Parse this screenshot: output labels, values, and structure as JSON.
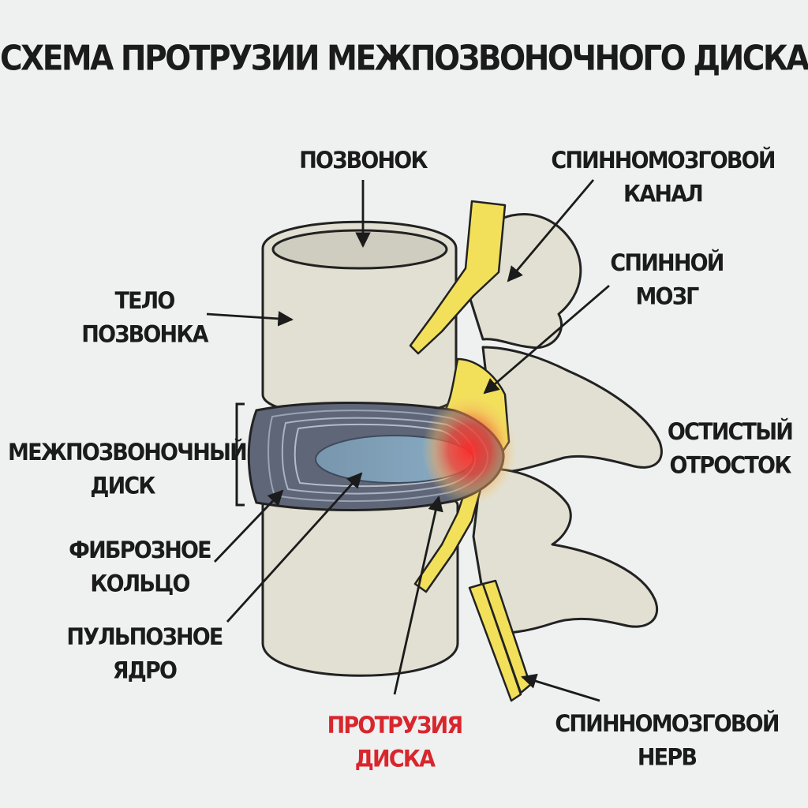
{
  "title": "СХЕМА ПРОТРУЗИИ МЕЖПОЗВОНОЧНОГО ДИСКА",
  "labels": {
    "vertebra": [
      "ПОЗВОНОК"
    ],
    "vertebral_body": [
      "ТЕЛО",
      "ПОЗВОНКА"
    ],
    "spinal_canal": [
      "СПИННОМОЗГОВОЙ",
      "КАНАЛ"
    ],
    "spinal_cord": [
      "СПИННОЙ",
      "МОЗГ"
    ],
    "spinous_process": [
      "ОСТИСТЫЙ",
      "ОТРОСТОК"
    ],
    "intervertebral_disc": [
      "МЕЖПОЗВОНОЧНЫЙ",
      "ДИСК"
    ],
    "annulus_fibrosus": [
      "ФИБРОЗНОЕ",
      "КОЛЬЦО"
    ],
    "nucleus_pulposus": [
      "ПУЛЬПОЗНОЕ",
      "ЯДРО"
    ],
    "disc_protrusion": [
      "ПРОТРУЗИЯ",
      "ДИСКА"
    ],
    "spinal_nerve": [
      "СПИННОМОЗГОВОЙ",
      "НЕРВ"
    ]
  },
  "colors": {
    "bone": "#e2e0d3",
    "outline": "#222222",
    "nerve": "#f2e05a",
    "annulus": "#5f6677",
    "nucleus": "#7b9bb4",
    "protrusion": "#ee3636",
    "protrusion_label": "#d8262d"
  }
}
